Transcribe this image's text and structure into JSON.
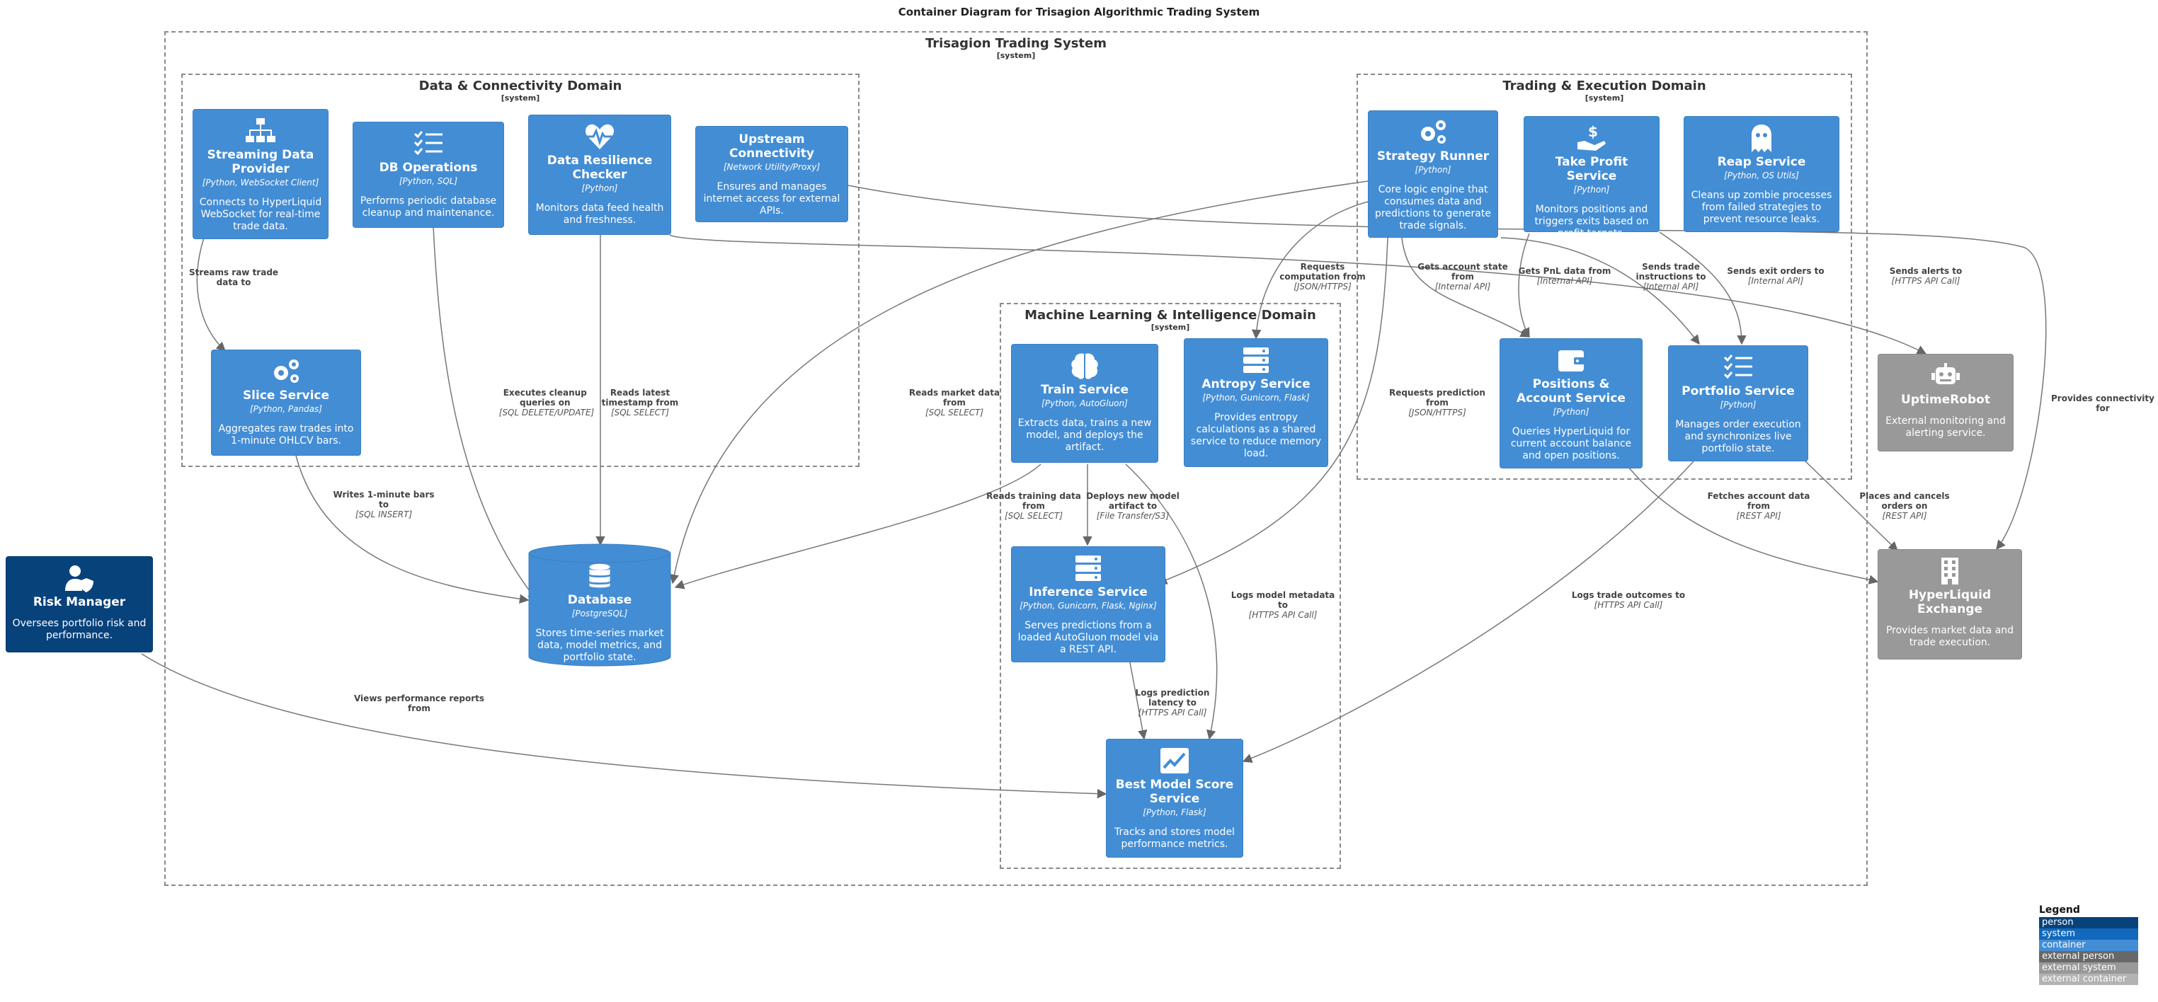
{
  "title": "Container Diagram for Trisagion Algorithmic Trading System",
  "boundaries": {
    "system": {
      "name": "Trisagion Trading System",
      "type": "[system]"
    },
    "data": {
      "name": "Data & Connectivity Domain",
      "type": "[system]"
    },
    "trading": {
      "name": "Trading & Execution Domain",
      "type": "[system]"
    },
    "ml": {
      "name": "Machine Learning & Intelligence Domain",
      "type": "[system]"
    }
  },
  "nodes": {
    "streaming": {
      "icon": "sitemap-icon",
      "name": "Streaming Data Provider",
      "tech": "[Python, WebSocket Client]",
      "desc": "Connects to HyperLiquid WebSocket for real-time trade data."
    },
    "dbops": {
      "icon": "list-check-icon",
      "name": "DB Operations",
      "tech": "[Python, SQL]",
      "desc": "Performs periodic database cleanup and maintenance."
    },
    "resilience": {
      "icon": "heartbeat-icon",
      "name": "Data Resilience Checker",
      "tech": "[Python]",
      "desc": "Monitors data feed health and freshness."
    },
    "upstream": {
      "icon": "",
      "name": "Upstream Connectivity",
      "tech": "[Network Utility/Proxy]",
      "desc": "Ensures and manages internet access for external APIs."
    },
    "slice": {
      "icon": "gears-icon",
      "name": "Slice Service",
      "tech": "[Python, Pandas]",
      "desc": "Aggregates raw trades into 1-minute OHLCV bars."
    },
    "database": {
      "icon": "database-icon",
      "name": "Database",
      "tech": "[PostgreSQL]",
      "desc": "Stores time-series market data, model metrics, and portfolio state."
    },
    "risk": {
      "icon": "user-shield-icon",
      "name": "Risk Manager",
      "tech": "",
      "desc": "Oversees portfolio risk and performance."
    },
    "strategy": {
      "icon": "gears-icon",
      "name": "Strategy Runner",
      "tech": "[Python]",
      "desc": "Core logic engine that consumes data and predictions to generate trade signals."
    },
    "takeprofit": {
      "icon": "hand-dollar-icon",
      "name": "Take Profit Service",
      "tech": "[Python]",
      "desc": "Monitors positions and triggers exits based on profit targets."
    },
    "reap": {
      "icon": "ghost-icon",
      "name": "Reap Service",
      "tech": "[Python, OS Utils]",
      "desc": "Cleans up zombie processes from failed strategies to prevent resource leaks."
    },
    "positions": {
      "icon": "wallet-icon",
      "name": "Positions & Account Service",
      "tech": "[Python]",
      "desc": "Queries HyperLiquid for current account balance and open positions."
    },
    "portfolio": {
      "icon": "list-check-icon",
      "name": "Portfolio Service",
      "tech": "[Python]",
      "desc": "Manages order execution and synchronizes live portfolio state."
    },
    "train": {
      "icon": "brain-icon",
      "name": "Train Service",
      "tech": "[Python, AutoGluon]",
      "desc": "Extracts data, trains a new model, and deploys the artifact."
    },
    "antropy": {
      "icon": "server-icon",
      "name": "Antropy Service",
      "tech": "[Python, Gunicorn, Flask]",
      "desc": "Provides entropy calculations as a shared service to reduce memory load."
    },
    "inference": {
      "icon": "server-icon",
      "name": "Inference Service",
      "tech": "[Python, Gunicorn, Flask, Nginx]",
      "desc": "Serves predictions from a loaded AutoGluon model via a REST API."
    },
    "bestmodel": {
      "icon": "chart-line-icon",
      "name": "Best Model Score Service",
      "tech": "[Python, Flask]",
      "desc": "Tracks and stores model performance metrics."
    },
    "uptimerobot": {
      "icon": "robot-icon",
      "name": "UptimeRobot",
      "tech": "",
      "desc": "External monitoring and alerting service."
    },
    "hyperliquid": {
      "icon": "building-icon",
      "name": "HyperLiquid Exchange",
      "tech": "",
      "desc": "Provides market data and trade execution."
    }
  },
  "edges": [
    {
      "id": "e1",
      "text": "Streams raw trade data to",
      "tech": ""
    },
    {
      "id": "e2",
      "text": "Executes cleanup queries on",
      "tech": "[SQL DELETE/UPDATE]"
    },
    {
      "id": "e3",
      "text": "Reads latest timestamp from",
      "tech": "[SQL SELECT]"
    },
    {
      "id": "e4",
      "text": "Writes 1-minute bars to",
      "tech": "[SQL INSERT]"
    },
    {
      "id": "e5",
      "text": "Reads market data from",
      "tech": "[SQL SELECT]"
    },
    {
      "id": "e6",
      "text": "Requests computation from",
      "tech": "[JSON/HTTPS]"
    },
    {
      "id": "e7",
      "text": "Gets account state from",
      "tech": "[Internal API]"
    },
    {
      "id": "e8",
      "text": "Gets PnL data from",
      "tech": "[Internal API]"
    },
    {
      "id": "e9",
      "text": "Sends trade instructions to",
      "tech": "[Internal API]"
    },
    {
      "id": "e10",
      "text": "Sends exit orders to",
      "tech": "[Internal API]"
    },
    {
      "id": "e11",
      "text": "Sends alerts to",
      "tech": "[HTTPS API Call]"
    },
    {
      "id": "e12",
      "text": "Provides connectivity for",
      "tech": ""
    },
    {
      "id": "e13",
      "text": "Requests prediction from",
      "tech": "[JSON/HTTPS]"
    },
    {
      "id": "e14",
      "text": "Reads training data from",
      "tech": "[SQL SELECT]"
    },
    {
      "id": "e15",
      "text": "Deploys new model artifact to",
      "tech": "[File Transfer/S3]"
    },
    {
      "id": "e16",
      "text": "Logs model metadata to",
      "tech": "[HTTPS API Call]"
    },
    {
      "id": "e17",
      "text": "Logs prediction latency to",
      "tech": "[HTTPS API Call]"
    },
    {
      "id": "e18",
      "text": "Views performance reports from",
      "tech": ""
    },
    {
      "id": "e19",
      "text": "Logs trade outcomes to",
      "tech": "[HTTPS API Call]"
    },
    {
      "id": "e20",
      "text": "Fetches account data from",
      "tech": "[REST API]"
    },
    {
      "id": "e21",
      "text": "Places and cancels orders on",
      "tech": "[REST API]"
    }
  ],
  "legend": {
    "title": "Legend",
    "items": [
      {
        "label": "person",
        "color": "#08427b"
      },
      {
        "label": "system",
        "color": "#1168bd"
      },
      {
        "label": "container",
        "color": "#438dd5"
      },
      {
        "label": "external person",
        "color": "#686868"
      },
      {
        "label": "external system",
        "color": "#999999"
      },
      {
        "label": "external container",
        "color": "#b3b3b3"
      }
    ]
  }
}
